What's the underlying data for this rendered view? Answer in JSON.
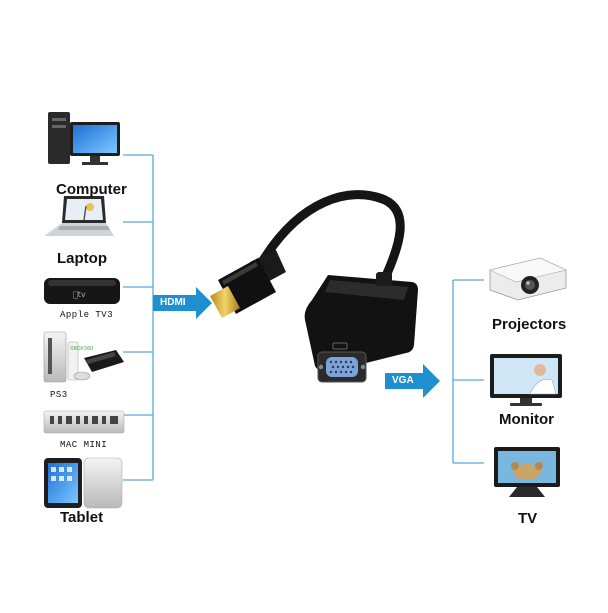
{
  "inputs": {
    "computer": "Computer",
    "laptop": "Laptop",
    "apple_tv": "Apple TV3",
    "ps3": "PS3",
    "mac_mini": "MAC MINI",
    "tablet": "Tablet"
  },
  "outputs": {
    "projectors": "Projectors",
    "monitor": "Monitor",
    "tv": "TV"
  },
  "connectors": {
    "hdmi": "HDMI",
    "vga": "VGA"
  },
  "colors": {
    "line": "#5aa9d4",
    "arrow": "#1f8fd0",
    "cable": "#151515"
  }
}
